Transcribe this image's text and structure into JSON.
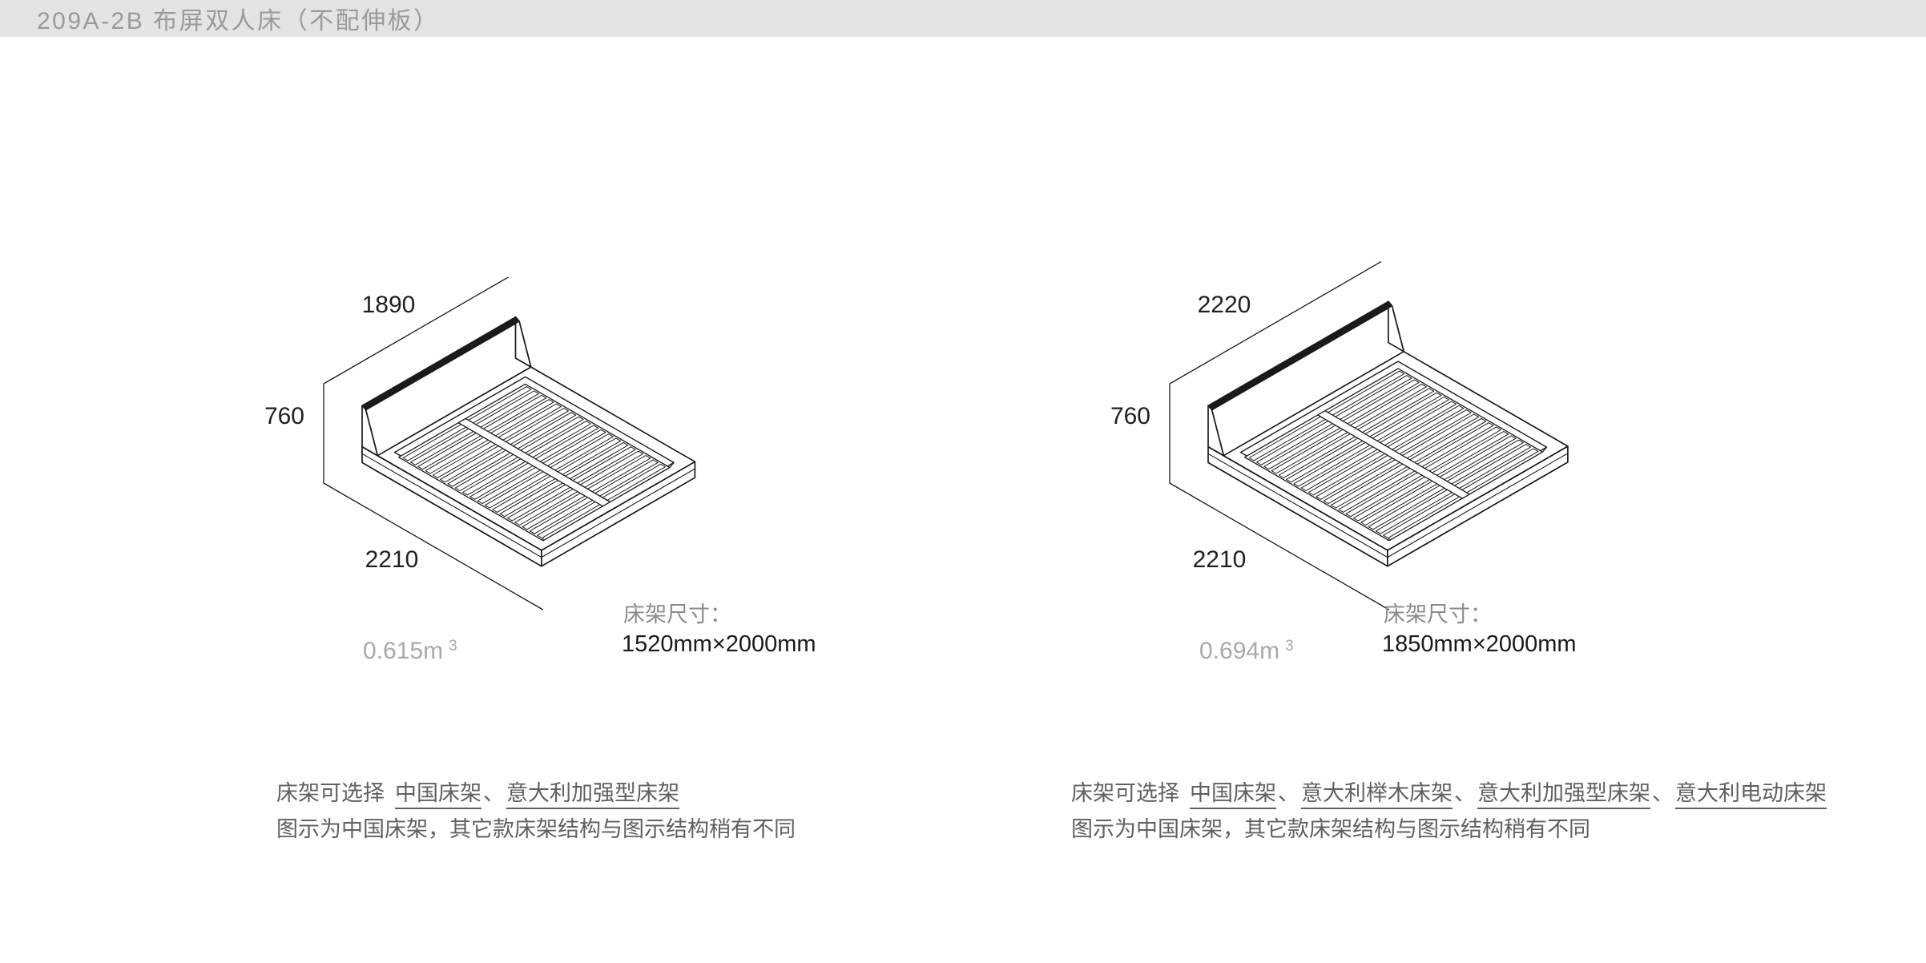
{
  "header": {
    "title": "209A-2B 布屏双人床（不配伸板）"
  },
  "colors": {
    "header_bg": "#e4e4e4",
    "header_text": "#9a9a9a",
    "ink": "#1a1a1a",
    "dim_text": "#1f1f1f",
    "muted": "#a9a9a9",
    "caption": "#8c8c8c",
    "body_text": "#606060"
  },
  "beds": [
    {
      "width_label": "1890",
      "height_label": "760",
      "depth_label": "2210",
      "volume": "0.615m",
      "volume_sup": "3",
      "frame_size_caption": "床架尺寸：",
      "frame_size": "1520mm×2000mm",
      "options_prefix": "床架可选择",
      "options_separator": "、",
      "options": [
        "中国床架",
        "意大利加强型床架"
      ],
      "note": "图示为中国床架，其它款床架结构与图示结构稍有不同"
    },
    {
      "width_label": "2220",
      "height_label": "760",
      "depth_label": "2210",
      "volume": "0.694m",
      "volume_sup": "3",
      "frame_size_caption": "床架尺寸：",
      "frame_size": "1850mm×2000mm",
      "options_prefix": "床架可选择",
      "options_separator": "、",
      "options": [
        "中国床架",
        "意大利榉木床架",
        "意大利加强型床架",
        "意大利电动床架"
      ],
      "note": "图示为中国床架，其它款床架结构与图示结构稍有不同"
    }
  ]
}
